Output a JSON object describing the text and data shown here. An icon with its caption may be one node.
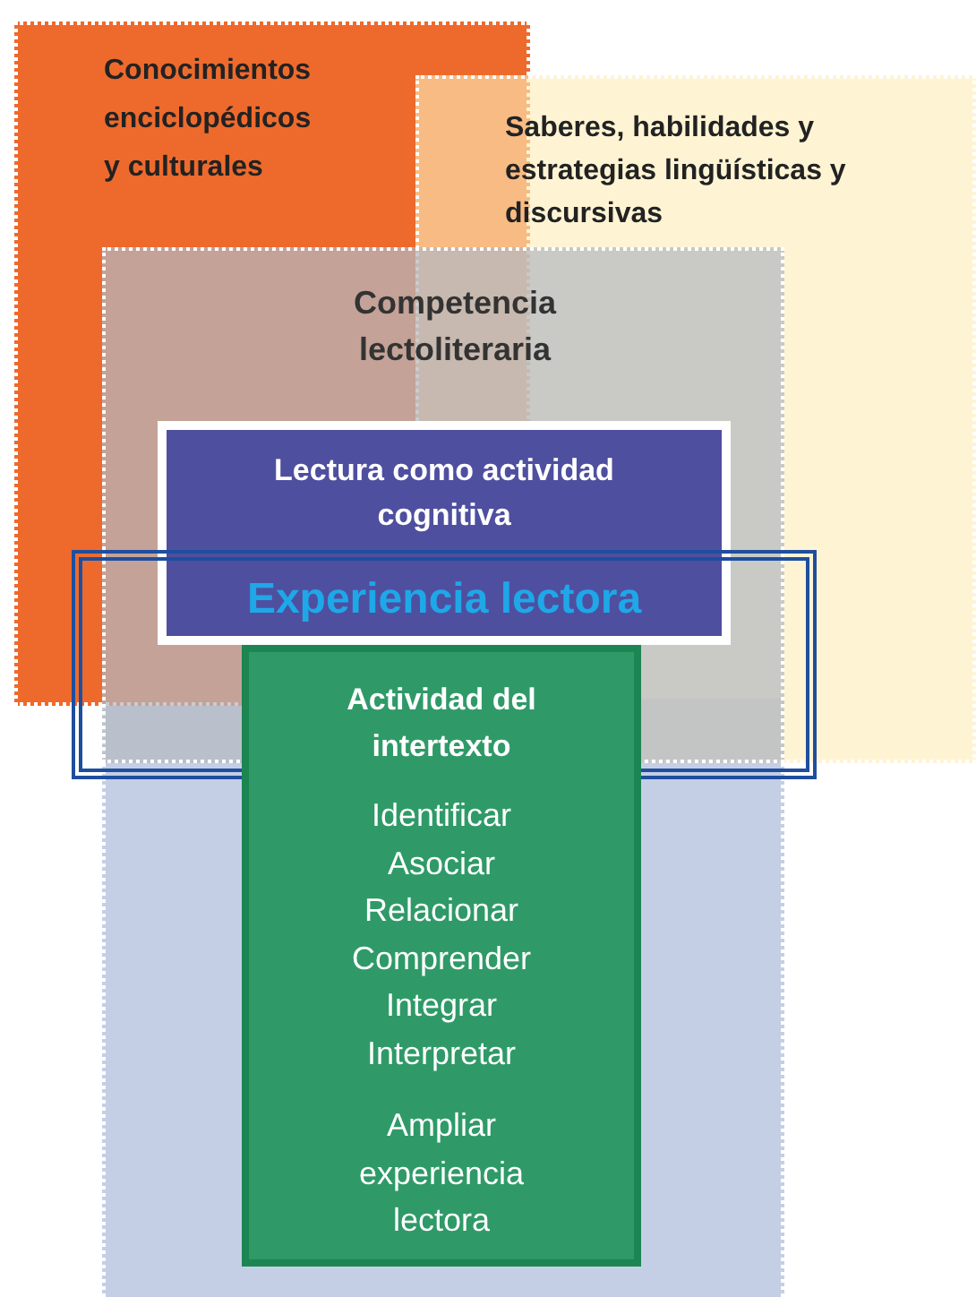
{
  "diagram": {
    "nodes": [
      {
        "text": [
          "Conocimientos enciclopédicos y culturales"
        ]
      },
      {
        "text": [
          "Saberes, habilidades y estrategias lingüísticas y discursivas"
        ]
      },
      {
        "text": [
          "Competencia lectoliteraria"
        ]
      },
      {
        "text": [
          "Lectura como actividad cognitiva"
        ],
        "in": 2
      },
      {
        "text": [
          "Experiencia lectora"
        ]
      },
      {
        "text": [
          "Actividad del intertexto",
          "Identificar",
          "Asociar",
          "Relacionar",
          "Comprender",
          "Integrar",
          "Interpretar",
          "Ampliar experiencia lectora"
        ]
      }
    ]
  }
}
